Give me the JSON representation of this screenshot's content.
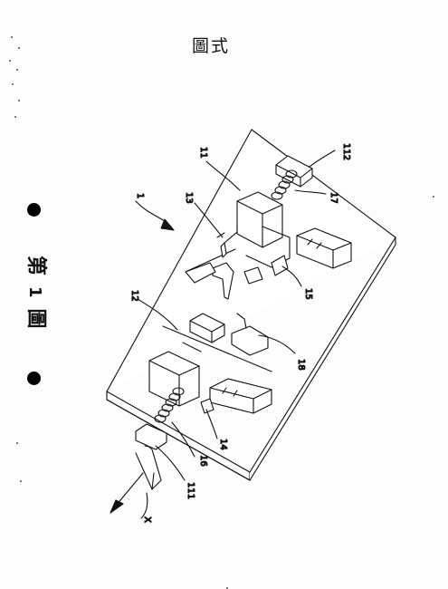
{
  "header": {
    "title": "圖式"
  },
  "figure": {
    "caption_prefix": "第",
    "caption_number": "1",
    "caption_suffix": "圖",
    "axis_label": "X",
    "reference_numerals": {
      "n1": "1",
      "n11": "11",
      "n111": "111",
      "n112": "112",
      "n12": "12",
      "n13": "13",
      "n14": "14",
      "n15": "15",
      "n16": "16",
      "n17": "17",
      "n18": "18"
    }
  }
}
